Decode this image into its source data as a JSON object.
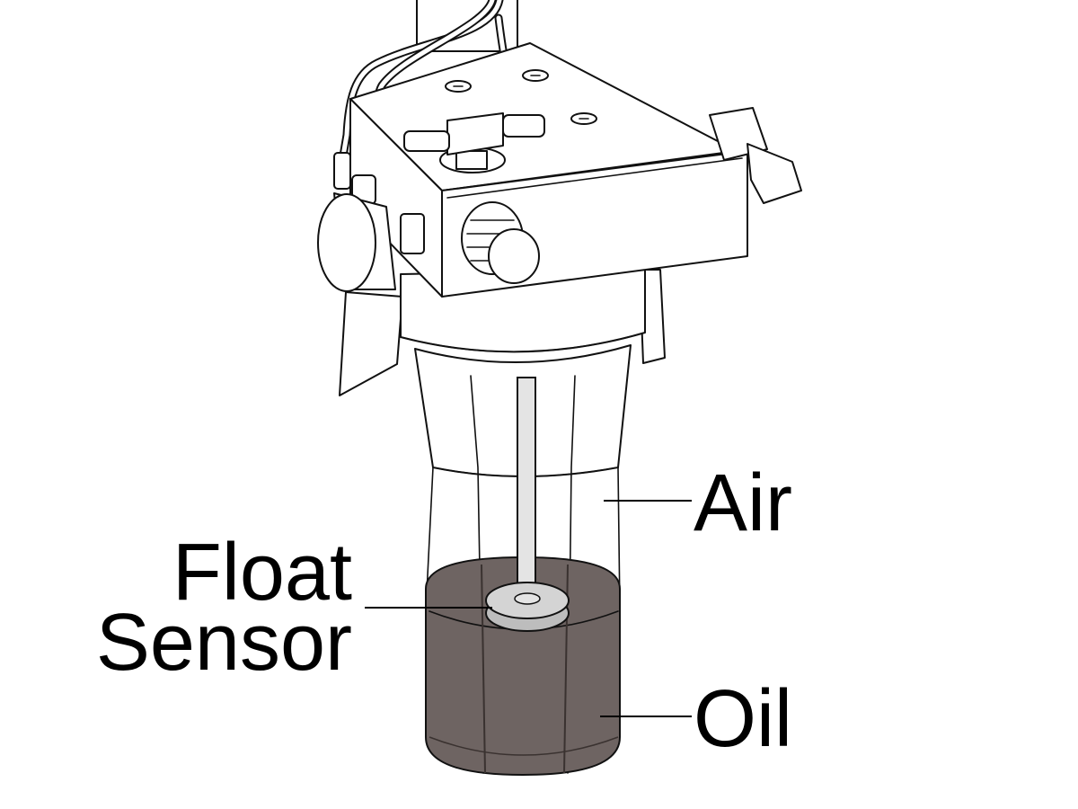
{
  "labels": {
    "air": "Air",
    "float_line1": "Float",
    "float_line2": "Sensor",
    "oil": "Oil"
  },
  "colors": {
    "oil_fill": "#6e6462",
    "oil_band": "#5a504e",
    "float_disc": "#d4d4d4",
    "float_rod": "#e4e4e4",
    "line": "#111111",
    "background": "#ffffff"
  }
}
